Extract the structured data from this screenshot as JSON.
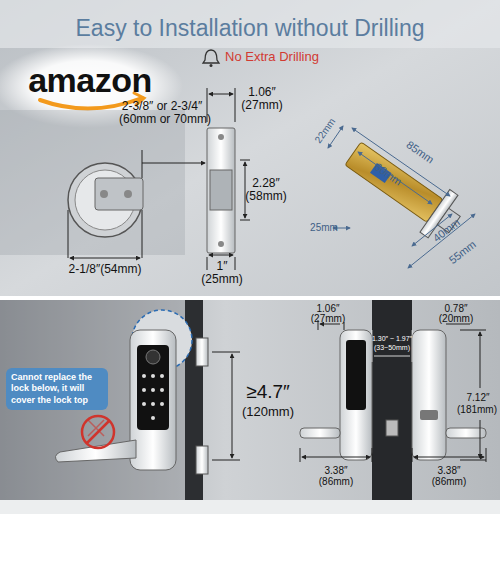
{
  "diagram": {
    "title": "Easy to Installation without Drilling",
    "nodes": [
      {
        "text": [
          "Cannot replace the lock below, it will cover the lock top"
        ]
      }
    ],
    "labels": [
      "amazon",
      "No Extra Drilling",
      "2-3/8″ or 2-3/4″",
      "(60mm or 70mm)",
      "1.06″",
      "(27mm)",
      "2.28″",
      "(58mm)",
      "22mm",
      "85mm",
      "60mm",
      "25mm",
      "40mm",
      "55mm",
      "1″",
      "(25mm)",
      "2-1/8″(54mm)",
      "≥4.7″",
      "(120mm)",
      "1.06″",
      "(27mm)",
      "0.78″",
      "(20mm)",
      "1.30″ ~ 1.97″",
      "(33~50mm)",
      "7.12″",
      "(181mm)",
      "3.38″",
      "(86mm)",
      "3.38″",
      "(86mm)"
    ]
  }
}
